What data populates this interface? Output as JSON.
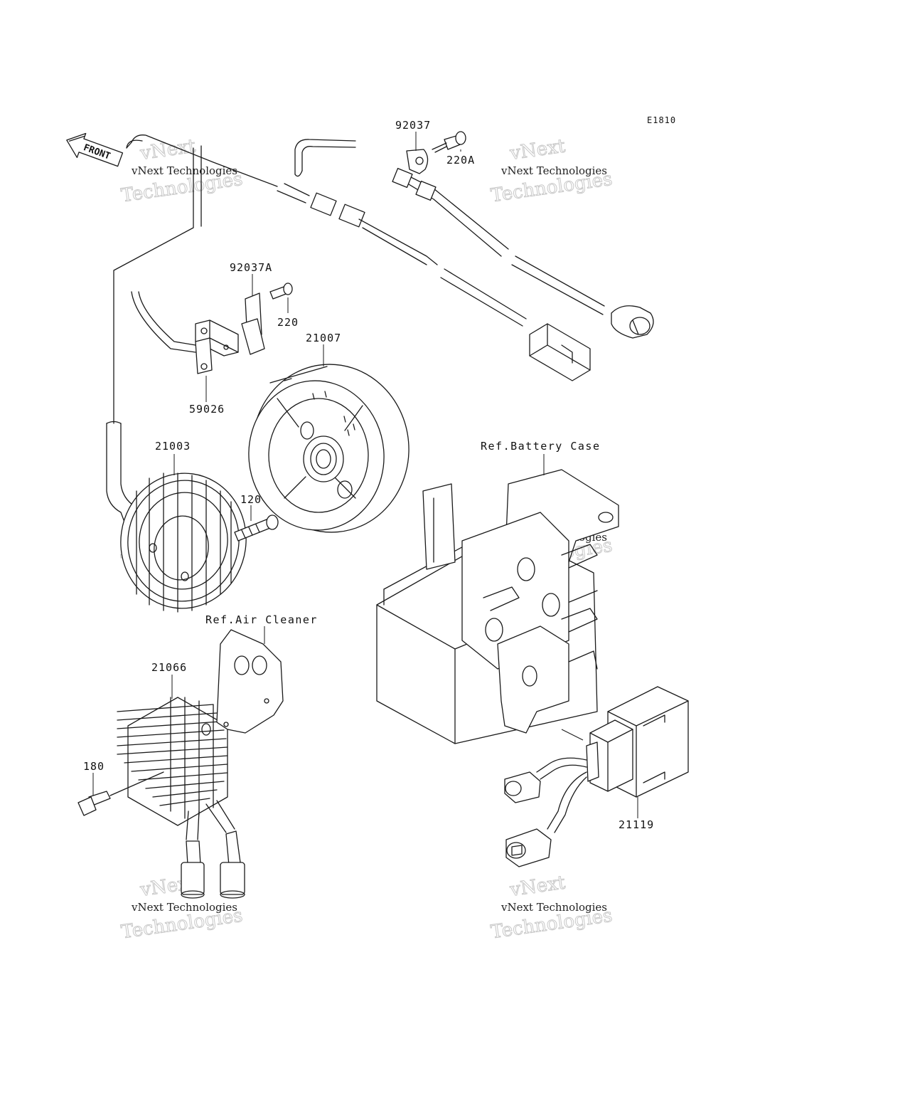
{
  "diagram": {
    "code": "E1810",
    "front_label": "FRONT",
    "watermark": {
      "line1": "vNext Technologies",
      "line2": "vNext",
      "line3": "Technologies"
    },
    "parts": [
      {
        "id": "92037",
        "label": "92037"
      },
      {
        "id": "220A",
        "label": "220A"
      },
      {
        "id": "92037A",
        "label": "92037A"
      },
      {
        "id": "220",
        "label": "220"
      },
      {
        "id": "59026",
        "label": "59026"
      },
      {
        "id": "21007",
        "label": "21007"
      },
      {
        "id": "21003",
        "label": "21003"
      },
      {
        "id": "120",
        "label": "120"
      },
      {
        "id": "21066",
        "label": "21066"
      },
      {
        "id": "180",
        "label": "180"
      },
      {
        "id": "21119",
        "label": "21119"
      }
    ],
    "references": {
      "battery_case": "Ref.Battery Case",
      "air_cleaner": "Ref.Air Cleaner"
    }
  }
}
